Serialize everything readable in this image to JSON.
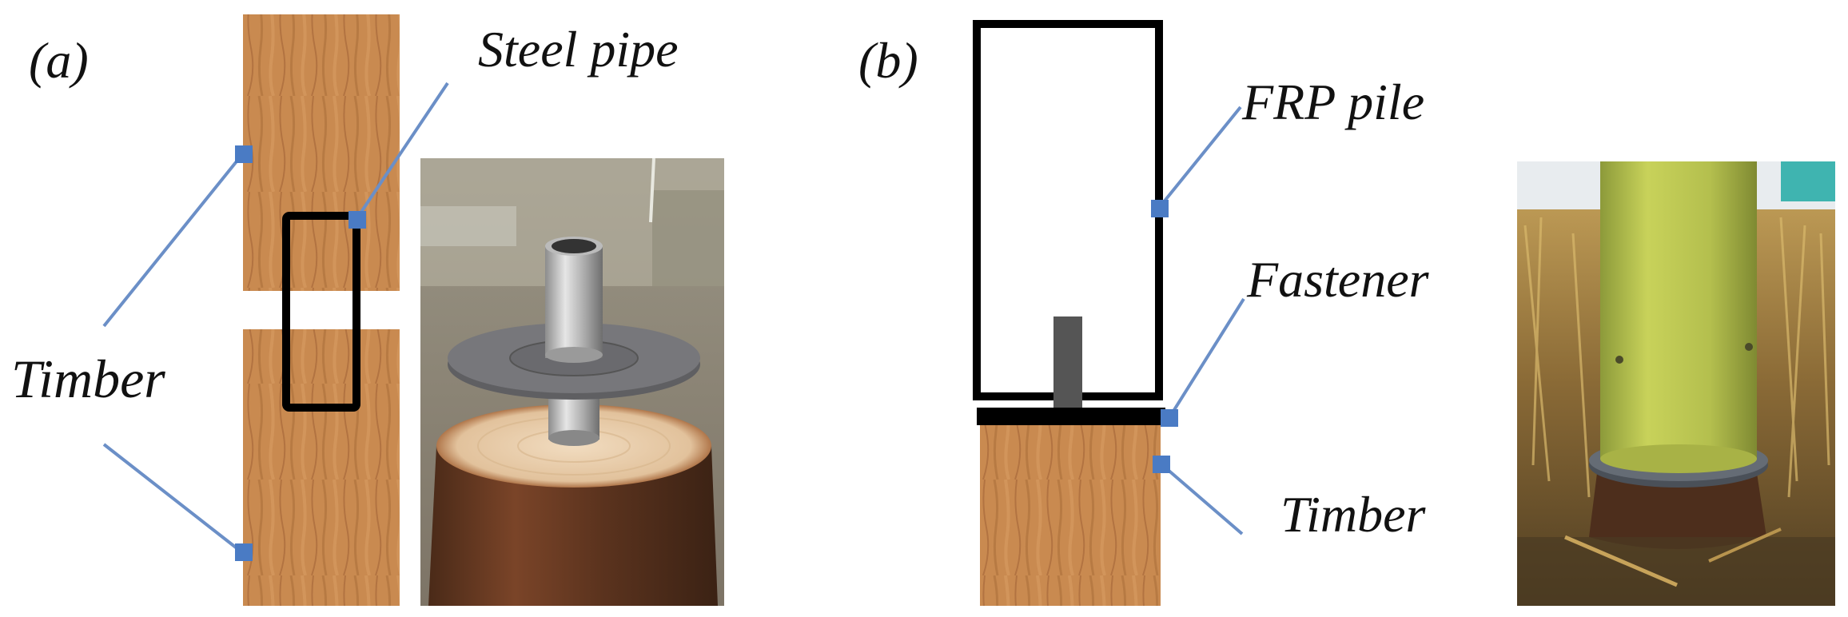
{
  "panel_a": {
    "tag": "(a)",
    "label_steel_pipe": "Steel pipe",
    "label_timber": "Timber"
  },
  "panel_b": {
    "tag": "(b)",
    "label_frp_pile": "FRP pile",
    "label_fastener": "Fastener",
    "label_timber": "Timber"
  },
  "colors": {
    "wood": "#c8874f",
    "wood_dark": "#a86a3a",
    "outline": "#000000",
    "leader": "#6b8fc7",
    "marker": "#4a7bc4",
    "fastener_bolt": "#555555"
  }
}
